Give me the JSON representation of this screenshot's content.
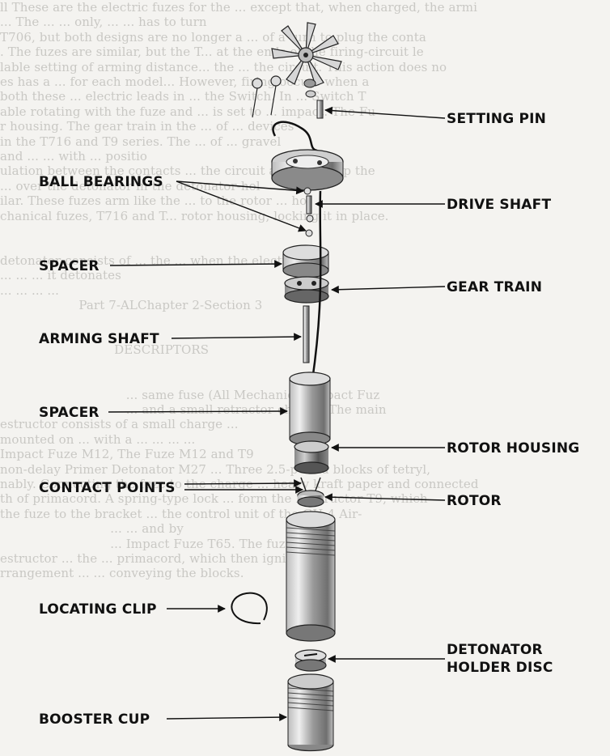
{
  "labels": {
    "setting_pin": "SETTING PIN",
    "ball_bearings": "BALL BEARINGS",
    "drive_shaft": "DRIVE SHAFT",
    "spacer_top": "SPACER",
    "gear_train": "GEAR TRAIN",
    "arming_shaft": "ARMING SHAFT",
    "spacer_mid": "SPACER",
    "rotor_housing": "ROTOR HOUSING",
    "contact_points": "CONTACT POINTS",
    "rotor": "ROTOR",
    "locating_clip": "LOCATING CLIP",
    "detonator_line1": "DETONATOR",
    "detonator_line2": "HOLDER DISC",
    "booster_cup": "BOOSTER CUP"
  },
  "background_text": [
    "ll These are the electric fuzes for the ... except that, when charged, the armi",
    "... The ... ... only, ... ... has to turn",
    "T706, but both designs are no longer a ... of a turn to plug the conta",
    ". The fuzes are similar, but the T... at the ends of the firing-circuit le",
    "lable setting of arming distance... the ... the circuit. This action does no",
    "es has a ... for each model... However, firing occurs when a",
    "both these ... electric leads in ... the Switch. In ... Switch T",
    "able rotating with the fuze and ... is set to ... impact. The Fu",
    "r housing. The gear train in the ... of ... devices",
    "in the T716 and T9 series. The ... of ... gravel",
    "and ... ... with ... positio",
    "ulation between the contacts ... the circuit and lining up the",
    "... over the detonator in the detonator-hol",
    "ilar. These fuzes arm like the ... to the rotor ... hol",
    "chanical fuzes, T716 and T... rotor housing, locking it in place.",
    "",
    "",
    "detonator consists of ... the ... when the electric",
    "... ... ... it detonates",
    "... ... ... ...",
    "                    Part 7-ALChapter 2-Section 3",
    "",
    "",
    "                             DESCRIPTORS",
    "",
    "",
    "                                ... same fuse (All Mechanical Impact Fuz",
    "                                ... and a small retractor charge. The main",
    "estructor consists of a small charge ...",
    "mounted on ... with a ... ... ... ...",
    "Impact Fuze M12, The Fuze M12 and T9",
    "non-delay Primer Detonator M27 ... Three 2.5-pound blocks of tetryl,",
    "nably. Connecting the fuze to the charge ... heavy kraft paper and connected",
    "th of primacord. A spring-type lock ... form the Destructor T9, which",
    "the fuze to the bracket ... the control unit of the GH-4 Air-",
    "                            ... ... and by",
    "                            ... Impact Fuze T65. The fuze",
    "estructor ... the ... primacord, which then ignites the",
    "rrangement ... ... conveying the blocks."
  ]
}
